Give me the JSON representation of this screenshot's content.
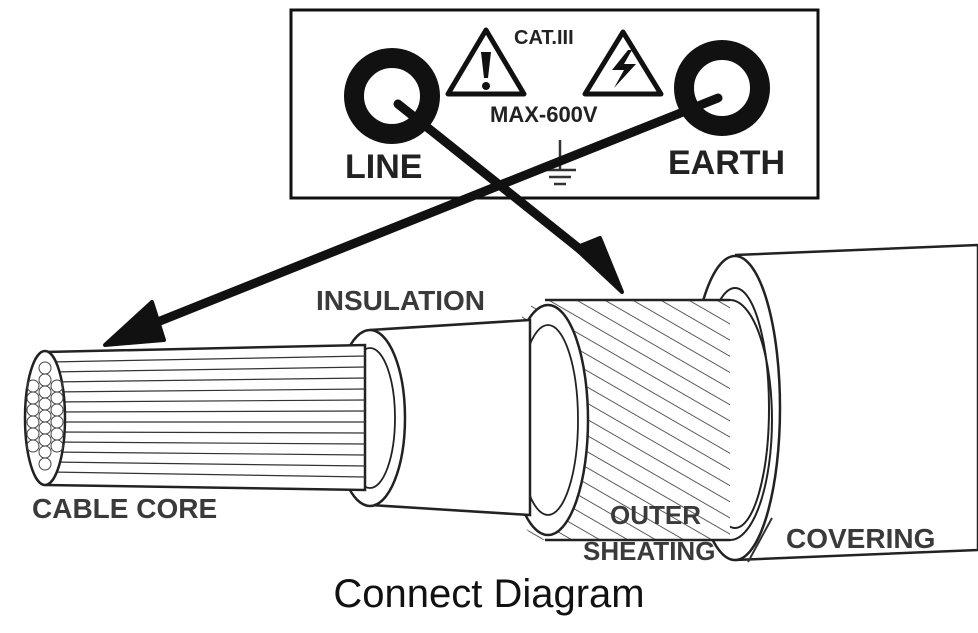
{
  "panel": {
    "category": "CAT.III",
    "max_voltage": "MAX-600V",
    "line_label": "LINE",
    "earth_label": "EARTH",
    "warning_icon": "warning-triangle-exclamation",
    "high_voltage_icon": "warning-triangle-lightning",
    "ground_icon": "ground-symbol"
  },
  "cable_labels": {
    "insulation": "INSULATION",
    "cable_core": "CABLE CORE",
    "outer_line1": "OUTER",
    "outer_line2": "SHEATING",
    "covering": "COVERING"
  },
  "caption": "Connect Diagram",
  "colors": {
    "ink": "#1a1a1a",
    "label": "#3a3a3a",
    "background": "#ffffff"
  }
}
